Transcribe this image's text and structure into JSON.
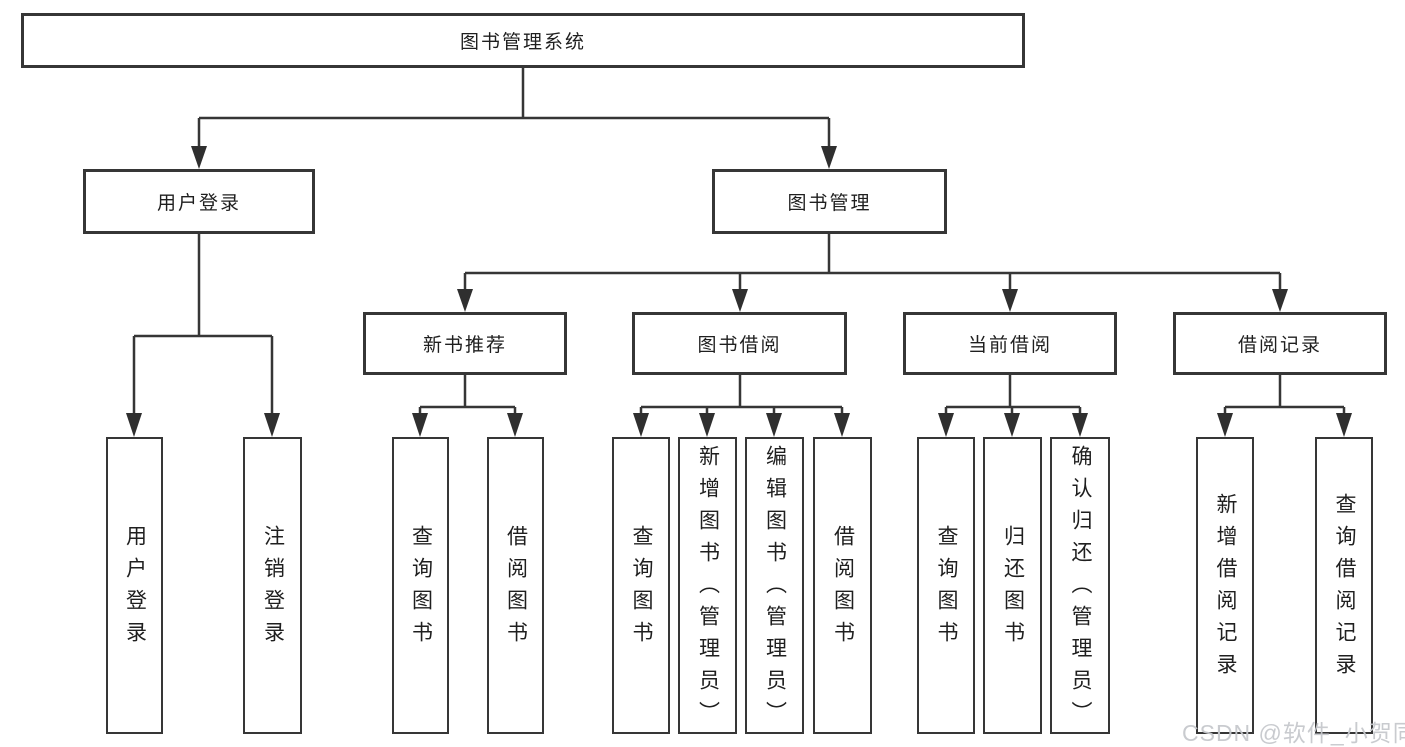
{
  "diagram": {
    "root": {
      "label": "图书管理系统"
    },
    "branches": [
      {
        "label": "用户登录",
        "leaves": [
          "用户登录",
          "注销登录"
        ]
      },
      {
        "label": "图书管理",
        "groups": [
          {
            "label": "新书推荐",
            "leaves": [
              "查询图书",
              "借阅图书"
            ]
          },
          {
            "label": "图书借阅",
            "leaves": [
              "查询图书",
              "新增图书（管理员）",
              "编辑图书（管理员）",
              "借阅图书"
            ]
          },
          {
            "label": "当前借阅",
            "leaves": [
              "查询图书",
              "归还图书",
              "确认归还（管理员）"
            ]
          },
          {
            "label": "借阅记录",
            "leaves": [
              "新增借阅记录",
              "查询借阅记录"
            ]
          }
        ]
      }
    ]
  },
  "watermark": {
    "text": "CSDN @软件_小贺同学"
  },
  "colors": {
    "line": "#363636",
    "arrow": "#2f2f2f",
    "box_border": "#363636",
    "box_fill": "#ffffff",
    "text": "#1f1f1f",
    "watermark": "#c6c8cc",
    "background": "#ffffff"
  }
}
